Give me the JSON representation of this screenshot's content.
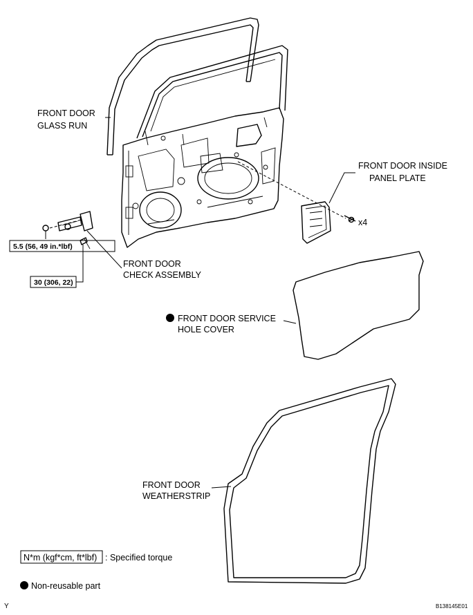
{
  "parts": {
    "glass_run": [
      "FRONT DOOR",
      "GLASS RUN"
    ],
    "inside_panel_plate": [
      "FRONT DOOR INSIDE",
      "PANEL PLATE"
    ],
    "check_assembly": [
      "FRONT DOOR",
      "CHECK ASSEMBLY"
    ],
    "service_hole_cover": [
      "FRONT DOOR SERVICE",
      "HOLE COVER"
    ],
    "weatherstrip": [
      "FRONT DOOR",
      "WEATHERSTRIP"
    ]
  },
  "fastener_qty": "x4",
  "torques": {
    "bolt_small": "5.5 (56, 49 in.*lbf)",
    "bolt_large": "30 (306, 22)"
  },
  "legend": {
    "torque_unit": "N*m (kgf*cm, ft*lbf)",
    "torque_desc": ": Specified torque",
    "non_reusable": "Non-reusable part"
  },
  "corner_marks": {
    "left": "Y",
    "right": "B138145E01"
  }
}
